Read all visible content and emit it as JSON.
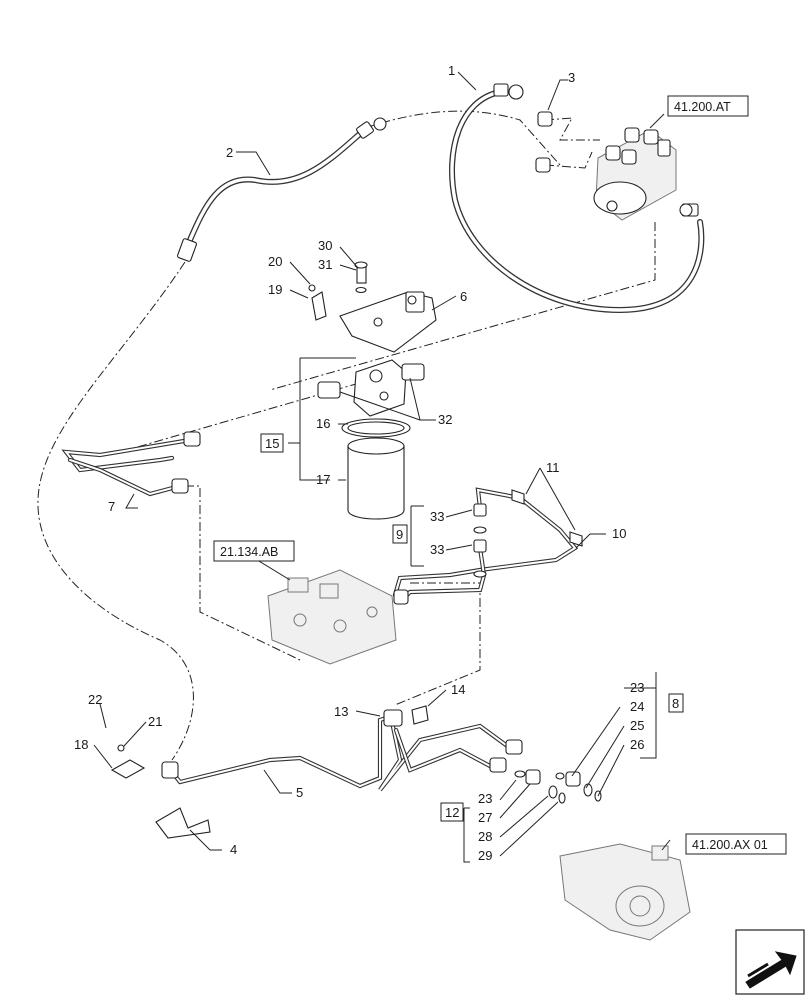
{
  "callouts": {
    "c1": "1",
    "c2": "2",
    "c3": "3",
    "c4": "4",
    "c5": "5",
    "c6": "6",
    "c7": "7",
    "c10": "10",
    "c11": "11",
    "c13": "13",
    "c14": "14",
    "c16": "16",
    "c17": "17",
    "c18": "18",
    "c19": "19",
    "c20": "20",
    "c21": "21",
    "c22": "22",
    "c23a": "23",
    "c23b": "23",
    "c24": "24",
    "c25": "25",
    "c26": "26",
    "c27": "27",
    "c28": "28",
    "c29": "29",
    "c30": "30",
    "c31": "31",
    "c32": "32",
    "c33a": "33",
    "c33b": "33"
  },
  "kits": {
    "k8": "8",
    "k9": "9",
    "k12": "12",
    "k15": "15"
  },
  "references": {
    "steering_unit": "41.200.AT",
    "control_valve": "21.134.AB",
    "pump": "41.200.AX 01"
  },
  "icons": {
    "navigation": "arrow-nav-icon"
  }
}
